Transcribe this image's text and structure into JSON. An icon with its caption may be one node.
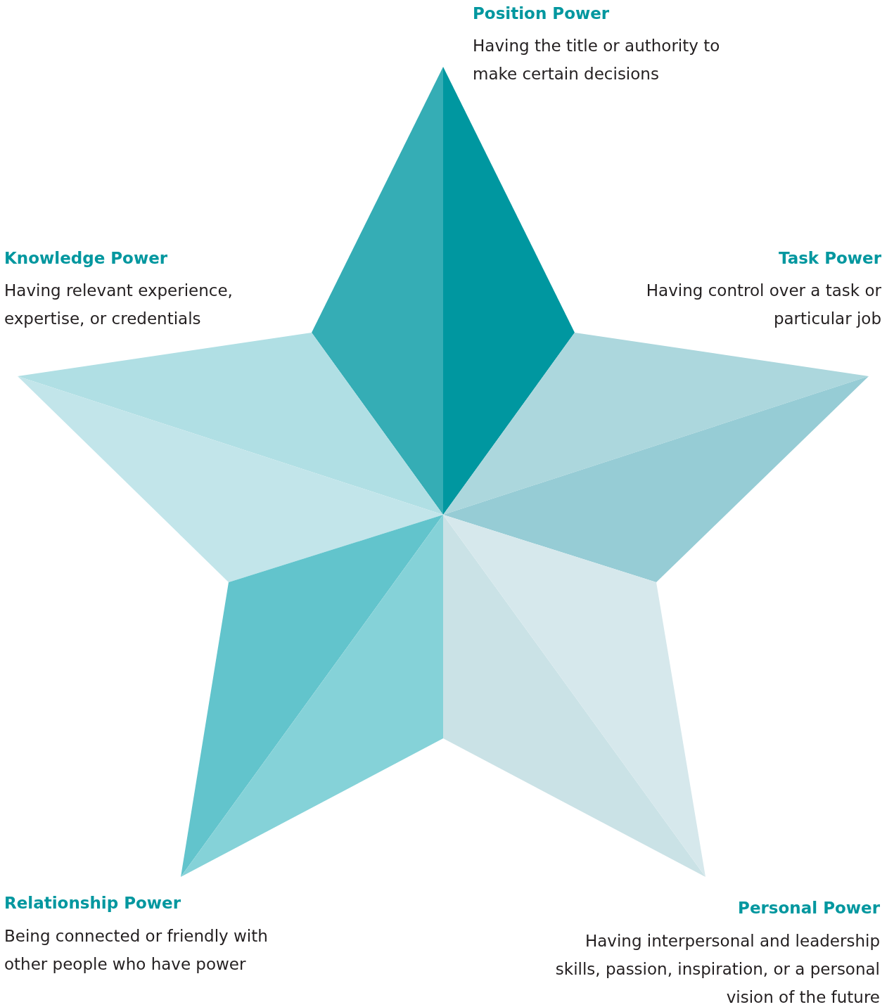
{
  "diagram": {
    "labels": [
      "Position Power",
      "Having the title or authority to make certain decisions",
      "Knowledge Power",
      "Having relevant experience, expertise, or credentials",
      "Task Power",
      "Having control over a task or particular job",
      "Relationship Power",
      "Being connected or friendly with other people who have power",
      "Personal Power",
      "Having interpersonal and leadership skills, passion, inspiration, or a personal vision of the future"
    ]
  }
}
